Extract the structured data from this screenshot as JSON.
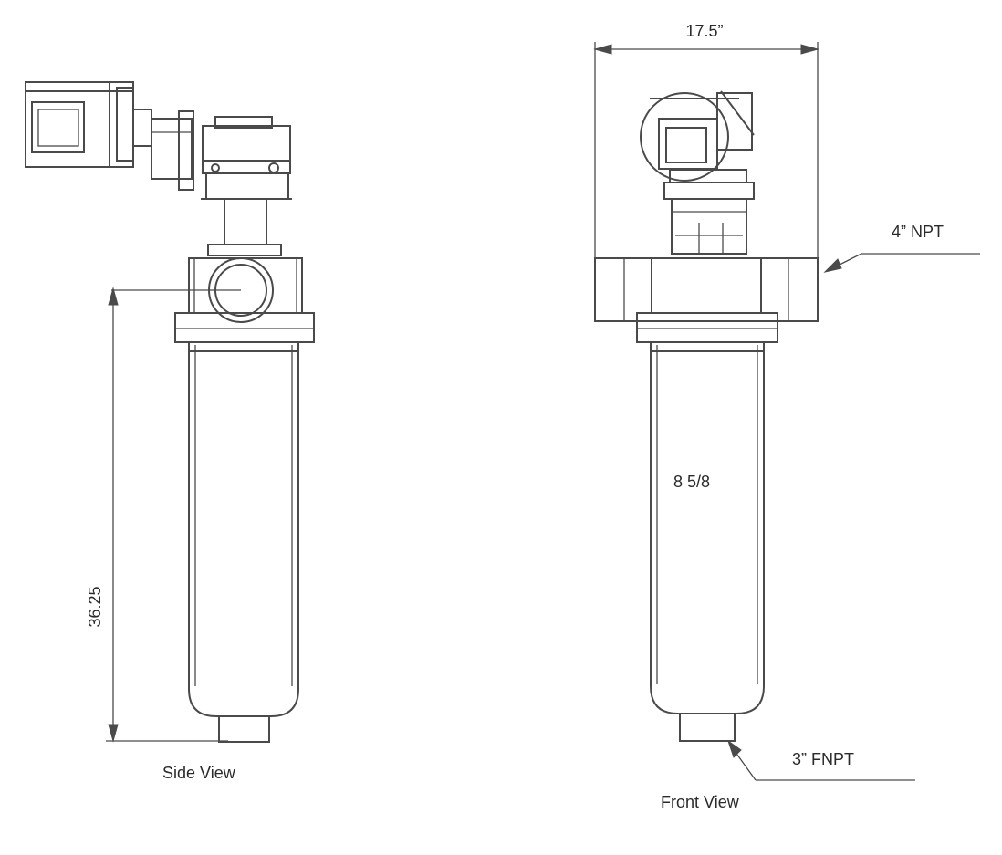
{
  "dimensions": {
    "height": "36.25",
    "width": "17.5”",
    "diameter": "8 5/8"
  },
  "callouts": {
    "inlet": "4” NPT",
    "outlet": "3” FNPT"
  },
  "views": {
    "side": "Side View",
    "front": "Front View"
  },
  "colors": {
    "line": "#4a4a4a",
    "background": "#ffffff"
  }
}
